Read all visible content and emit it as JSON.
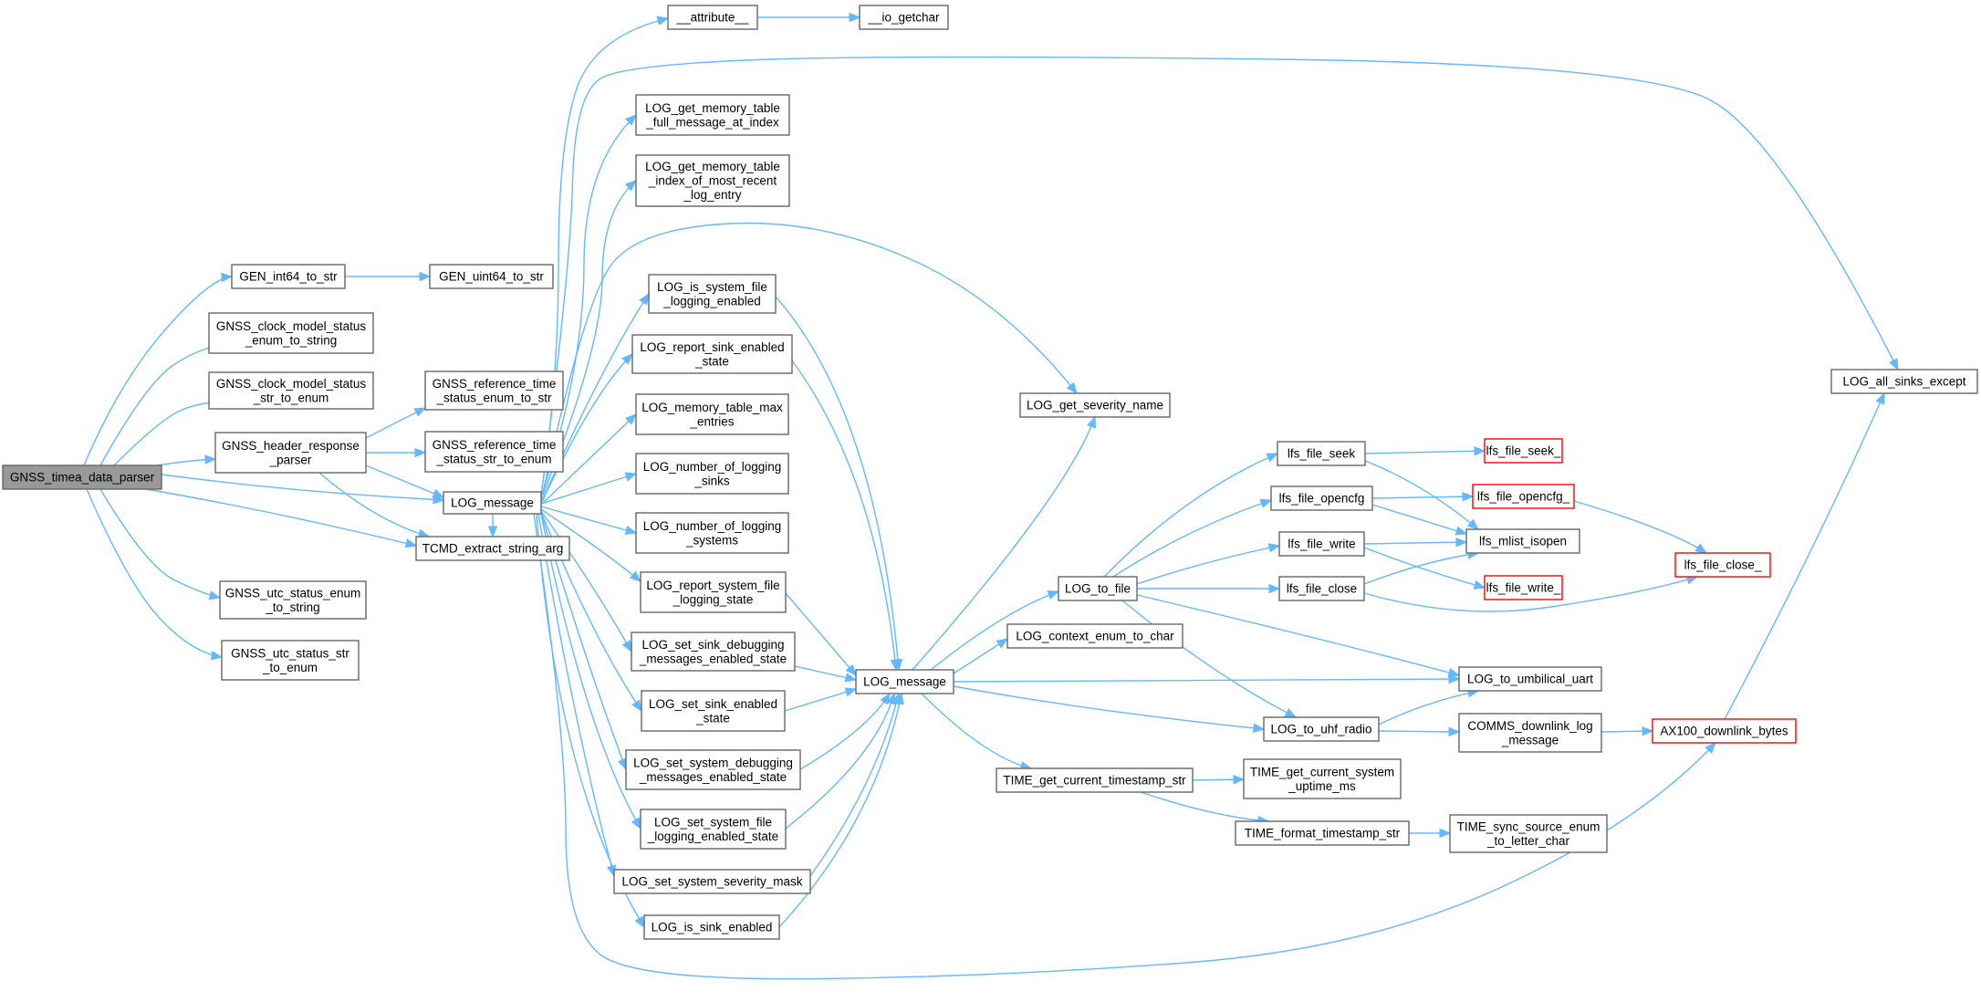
{
  "diagram": {
    "nodes": [
      {
        "id": "root",
        "lines": [
          "GNSS_timea_data_parser"
        ],
        "style": "root"
      },
      {
        "id": "gen_int64",
        "lines": [
          "GEN_int64_to_str"
        ]
      },
      {
        "id": "gen_uint64",
        "lines": [
          "GEN_uint64_to_str"
        ]
      },
      {
        "id": "clk_enum_to_string",
        "lines": [
          "GNSS_clock_model_status",
          "_enum_to_string"
        ]
      },
      {
        "id": "clk_str_to_enum",
        "lines": [
          "GNSS_clock_model_status",
          "_str_to_enum"
        ]
      },
      {
        "id": "hdr_parser",
        "lines": [
          "GNSS_header_response",
          "_parser"
        ]
      },
      {
        "id": "ref_enum_to_str",
        "lines": [
          "GNSS_reference_time",
          "_status_enum_to_str"
        ]
      },
      {
        "id": "ref_str_to_enum",
        "lines": [
          "GNSS_reference_time",
          "_status_str_to_enum"
        ]
      },
      {
        "id": "log_message_a",
        "lines": [
          "LOG_message"
        ]
      },
      {
        "id": "tcmd_extract",
        "lines": [
          "TCMD_extract_string_arg"
        ]
      },
      {
        "id": "utc_enum_to_string",
        "lines": [
          "GNSS_utc_status_enum",
          "_to_string"
        ]
      },
      {
        "id": "utc_str_to_enum",
        "lines": [
          "GNSS_utc_status_str",
          "_to_enum"
        ]
      },
      {
        "id": "attribute",
        "lines": [
          "__attribute__"
        ]
      },
      {
        "id": "io_getchar",
        "lines": [
          "__io_getchar"
        ]
      },
      {
        "id": "mem_full_msg",
        "lines": [
          "LOG_get_memory_table",
          "_full_message_at_index"
        ]
      },
      {
        "id": "mem_recent",
        "lines": [
          "LOG_get_memory_table",
          "_index_of_most_recent",
          "_log_entry"
        ]
      },
      {
        "id": "is_sys_file",
        "lines": [
          "LOG_is_system_file",
          "_logging_enabled"
        ]
      },
      {
        "id": "report_sink",
        "lines": [
          "LOG_report_sink_enabled",
          "_state"
        ]
      },
      {
        "id": "mem_max",
        "lines": [
          "LOG_memory_table_max",
          "_entries"
        ]
      },
      {
        "id": "num_sinks",
        "lines": [
          "LOG_number_of_logging",
          "_sinks"
        ]
      },
      {
        "id": "num_systems",
        "lines": [
          "LOG_number_of_logging",
          "_systems"
        ]
      },
      {
        "id": "report_sys_file",
        "lines": [
          "LOG_report_system_file",
          "_logging_state"
        ]
      },
      {
        "id": "set_sink_debug",
        "lines": [
          "LOG_set_sink_debugging",
          "_messages_enabled_state"
        ]
      },
      {
        "id": "set_sink_enabled",
        "lines": [
          "LOG_set_sink_enabled",
          "_state"
        ]
      },
      {
        "id": "set_sys_debug",
        "lines": [
          "LOG_set_system_debugging",
          "_messages_enabled_state"
        ]
      },
      {
        "id": "set_sys_file",
        "lines": [
          "LOG_set_system_file",
          "_logging_enabled_state"
        ]
      },
      {
        "id": "set_sev_mask",
        "lines": [
          "LOG_set_system_severity_mask"
        ]
      },
      {
        "id": "is_sink_enabled",
        "lines": [
          "LOG_is_sink_enabled"
        ]
      },
      {
        "id": "log_message_b",
        "lines": [
          "LOG_message"
        ]
      },
      {
        "id": "severity_name",
        "lines": [
          "LOG_get_severity_name"
        ]
      },
      {
        "id": "log_to_file",
        "lines": [
          "LOG_to_file"
        ]
      },
      {
        "id": "ctx_to_char",
        "lines": [
          "LOG_context_enum_to_char"
        ]
      },
      {
        "id": "ts_str",
        "lines": [
          "TIME_get_current_timestamp_str"
        ]
      },
      {
        "id": "lfs_seek",
        "lines": [
          "lfs_file_seek"
        ]
      },
      {
        "id": "lfs_opencfg",
        "lines": [
          "lfs_file_opencfg"
        ]
      },
      {
        "id": "lfs_write",
        "lines": [
          "lfs_file_write"
        ]
      },
      {
        "id": "lfs_close",
        "lines": [
          "lfs_file_close"
        ]
      },
      {
        "id": "lfs_seek_",
        "lines": [
          "lfs_file_seek_"
        ],
        "style": "truncated"
      },
      {
        "id": "lfs_opencfg_",
        "lines": [
          "lfs_file_opencfg_"
        ],
        "style": "truncated"
      },
      {
        "id": "lfs_mlist",
        "lines": [
          "lfs_mlist_isopen"
        ]
      },
      {
        "id": "lfs_write_",
        "lines": [
          "lfs_file_write_"
        ],
        "style": "truncated"
      },
      {
        "id": "lfs_close_",
        "lines": [
          "lfs_file_close_"
        ],
        "style": "truncated"
      },
      {
        "id": "umbilical",
        "lines": [
          "LOG_to_umbilical_uart"
        ]
      },
      {
        "id": "uhf",
        "lines": [
          "LOG_to_uhf_radio"
        ]
      },
      {
        "id": "comms_dl",
        "lines": [
          "COMMS_downlink_log",
          "_message"
        ]
      },
      {
        "id": "ax100",
        "lines": [
          "AX100_downlink_bytes"
        ],
        "style": "truncated"
      },
      {
        "id": "all_sinks_except",
        "lines": [
          "LOG_all_sinks_except"
        ]
      },
      {
        "id": "uptime",
        "lines": [
          "TIME_get_current_system",
          "_uptime_ms"
        ]
      },
      {
        "id": "fmt_ts",
        "lines": [
          "TIME_format_timestamp_str"
        ]
      },
      {
        "id": "sync_src",
        "lines": [
          "TIME_sync_source_enum",
          "_to_letter_char"
        ]
      }
    ],
    "edges": [
      [
        "root",
        "gen_int64"
      ],
      [
        "root",
        "clk_enum_to_string"
      ],
      [
        "root",
        "clk_str_to_enum"
      ],
      [
        "root",
        "hdr_parser"
      ],
      [
        "root",
        "log_message_a"
      ],
      [
        "root",
        "tcmd_extract"
      ],
      [
        "root",
        "utc_enum_to_string"
      ],
      [
        "root",
        "utc_str_to_enum"
      ],
      [
        "gen_int64",
        "gen_uint64"
      ],
      [
        "hdr_parser",
        "ref_enum_to_str"
      ],
      [
        "hdr_parser",
        "ref_str_to_enum"
      ],
      [
        "hdr_parser",
        "log_message_a"
      ],
      [
        "hdr_parser",
        "tcmd_extract"
      ],
      [
        "log_message_a",
        "attribute"
      ],
      [
        "log_message_a",
        "all_sinks_except"
      ],
      [
        "log_message_a",
        "mem_full_msg"
      ],
      [
        "log_message_a",
        "mem_recent"
      ],
      [
        "log_message_a",
        "severity_name"
      ],
      [
        "log_message_a",
        "is_sys_file"
      ],
      [
        "log_message_a",
        "report_sink"
      ],
      [
        "log_message_a",
        "mem_max"
      ],
      [
        "log_message_a",
        "num_sinks"
      ],
      [
        "log_message_a",
        "num_systems"
      ],
      [
        "log_message_a",
        "report_sys_file"
      ],
      [
        "log_message_a",
        "set_sink_debug"
      ],
      [
        "log_message_a",
        "set_sink_enabled"
      ],
      [
        "log_message_a",
        "set_sys_debug"
      ],
      [
        "log_message_a",
        "set_sys_file"
      ],
      [
        "log_message_a",
        "set_sev_mask"
      ],
      [
        "log_message_a",
        "is_sink_enabled"
      ],
      [
        "log_message_a",
        "ax100"
      ],
      [
        "log_message_a",
        "tcmd_extract"
      ],
      [
        "attribute",
        "io_getchar"
      ],
      [
        "is_sys_file",
        "log_message_b"
      ],
      [
        "report_sink",
        "log_message_b"
      ],
      [
        "report_sys_file",
        "log_message_b"
      ],
      [
        "set_sink_debug",
        "log_message_b"
      ],
      [
        "set_sink_enabled",
        "log_message_b"
      ],
      [
        "set_sys_debug",
        "log_message_b"
      ],
      [
        "set_sys_file",
        "log_message_b"
      ],
      [
        "set_sev_mask",
        "log_message_b"
      ],
      [
        "is_sink_enabled",
        "log_message_b"
      ],
      [
        "log_message_b",
        "severity_name"
      ],
      [
        "log_message_b",
        "log_to_file"
      ],
      [
        "log_message_b",
        "ctx_to_char"
      ],
      [
        "log_message_b",
        "umbilical"
      ],
      [
        "log_message_b",
        "uhf"
      ],
      [
        "log_message_b",
        "ts_str"
      ],
      [
        "log_to_file",
        "lfs_seek"
      ],
      [
        "log_to_file",
        "lfs_opencfg"
      ],
      [
        "log_to_file",
        "lfs_write"
      ],
      [
        "log_to_file",
        "lfs_close"
      ],
      [
        "log_to_file",
        "umbilical"
      ],
      [
        "log_to_file",
        "uhf"
      ],
      [
        "lfs_seek",
        "lfs_seek_"
      ],
      [
        "lfs_seek",
        "lfs_mlist"
      ],
      [
        "lfs_opencfg",
        "lfs_opencfg_"
      ],
      [
        "lfs_opencfg",
        "lfs_mlist"
      ],
      [
        "lfs_write",
        "lfs_mlist"
      ],
      [
        "lfs_write",
        "lfs_write_"
      ],
      [
        "lfs_close",
        "lfs_mlist"
      ],
      [
        "lfs_close",
        "lfs_close_"
      ],
      [
        "lfs_opencfg_",
        "lfs_close_"
      ],
      [
        "uhf",
        "umbilical"
      ],
      [
        "uhf",
        "comms_dl"
      ],
      [
        "comms_dl",
        "ax100"
      ],
      [
        "ax100",
        "all_sinks_except"
      ],
      [
        "ts_str",
        "uptime"
      ],
      [
        "ts_str",
        "fmt_ts"
      ],
      [
        "fmt_ts",
        "sync_src"
      ]
    ]
  }
}
